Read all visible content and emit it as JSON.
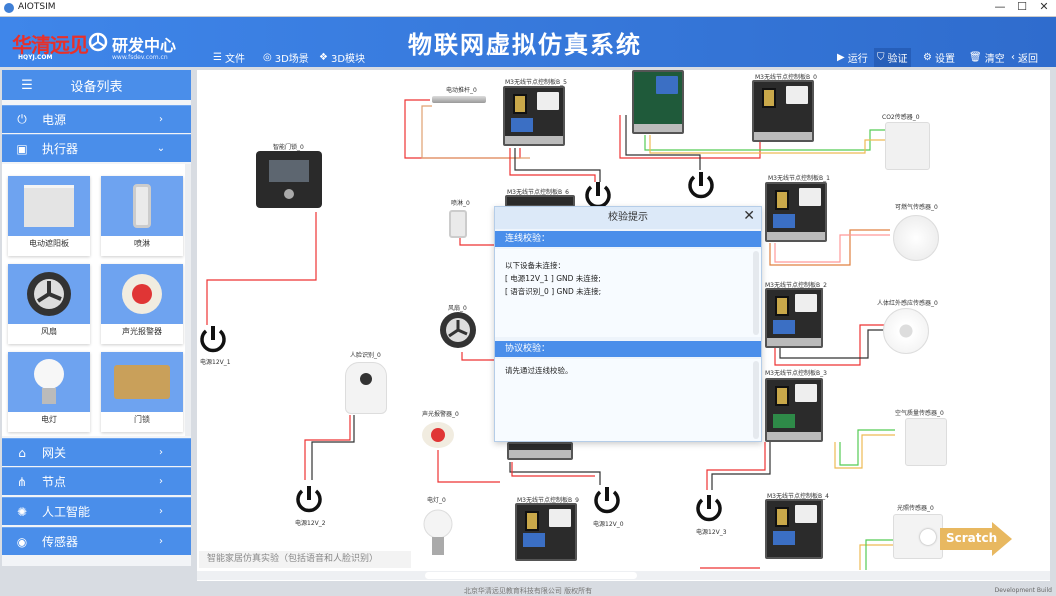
{
  "window": {
    "title": "AIOTSIM",
    "minimize": "—",
    "maximize": "☐",
    "close": "✕"
  },
  "header": {
    "brand_cn": "华清远见",
    "brand_en": "HQYJ.COM",
    "dept": "研发中心",
    "dept_url": "www.fsdev.com.cn",
    "title": "物联网虚拟仿真系统",
    "menus": [
      {
        "label": "文件",
        "icon": "menu-icon"
      },
      {
        "label": "3D场景",
        "icon": "scene-icon"
      },
      {
        "label": "3D模块",
        "icon": "cubes-icon"
      }
    ],
    "actions": [
      {
        "label": "运行",
        "icon": "play-icon"
      },
      {
        "label": "验证",
        "icon": "shield-icon"
      },
      {
        "label": "设置",
        "icon": "gear-icon"
      },
      {
        "label": "清空",
        "icon": "trash-icon"
      },
      {
        "label": "返回",
        "icon": "back-icon"
      }
    ]
  },
  "sidebar": {
    "title": "设备列表",
    "categories": [
      {
        "label": "电源",
        "icon": "power-icon"
      },
      {
        "label": "执行器",
        "icon": "actuator-icon"
      },
      {
        "label": "网关",
        "icon": "gateway-icon"
      },
      {
        "label": "节点",
        "icon": "node-icon"
      },
      {
        "label": "人工智能",
        "icon": "ai-icon"
      },
      {
        "label": "传感器",
        "icon": "sensor-icon"
      }
    ],
    "actuators": [
      {
        "label": "电动遮阳板"
      },
      {
        "label": "喷淋"
      },
      {
        "label": "风扇"
      },
      {
        "label": "声光报警器"
      },
      {
        "label": "电灯"
      },
      {
        "label": "门锁"
      }
    ]
  },
  "canvas": {
    "caption": "智能家居仿真实验（包括语音和人脸识别）",
    "scratch": "Scratch",
    "devices": {
      "rod": "电动推杆_0",
      "b5": "M3无线节点控制板B_5",
      "b0": "M3无线节点控制板B_0",
      "co2": "CO2传感器_0",
      "lock": "智能门锁_0",
      "spray": "喷淋_0",
      "b6": "M3无线节点控制板B_6",
      "b1": "M3无线节点控制板B_1",
      "gas": "可燃气传感器_0",
      "p1": "电源12V_1",
      "fan": "风扇_0",
      "b2": "M3无线节点控制板B_2",
      "pir": "人体红外感应传感器_0",
      "face": "人脸识别_0",
      "b3": "M3无线节点控制板B_3",
      "air": "空气质量传感器_0",
      "alarm": "声光报警器_0",
      "p2": "电源12V_2",
      "lamp": "电灯_0",
      "b9": "M3无线节点控制板B_9",
      "p0": "电源12V_0",
      "p3": "电源12V_3",
      "b4": "M3无线节点控制板B_4",
      "light": "光照传感器_0"
    }
  },
  "dialog": {
    "title": "校验提示",
    "close": "✕",
    "wire_section": "连线校验：",
    "wire_intro": "以下设备未连接：",
    "wire_errors": [
      "[ 电源12V_1 ] GND 未连接;",
      "[ 语音识别_0 ] GND 未连接;"
    ],
    "protocol_section": "协议校验：",
    "protocol_msg": "请先通过连线校验。"
  },
  "footer": {
    "copyright": "北京华清远见教育科技有限公司 版权所有",
    "build": "Development Build"
  },
  "colors": {
    "primary": "#4a8eea",
    "header_dark": "#2f6ccd",
    "brand_red": "#e8302a"
  }
}
